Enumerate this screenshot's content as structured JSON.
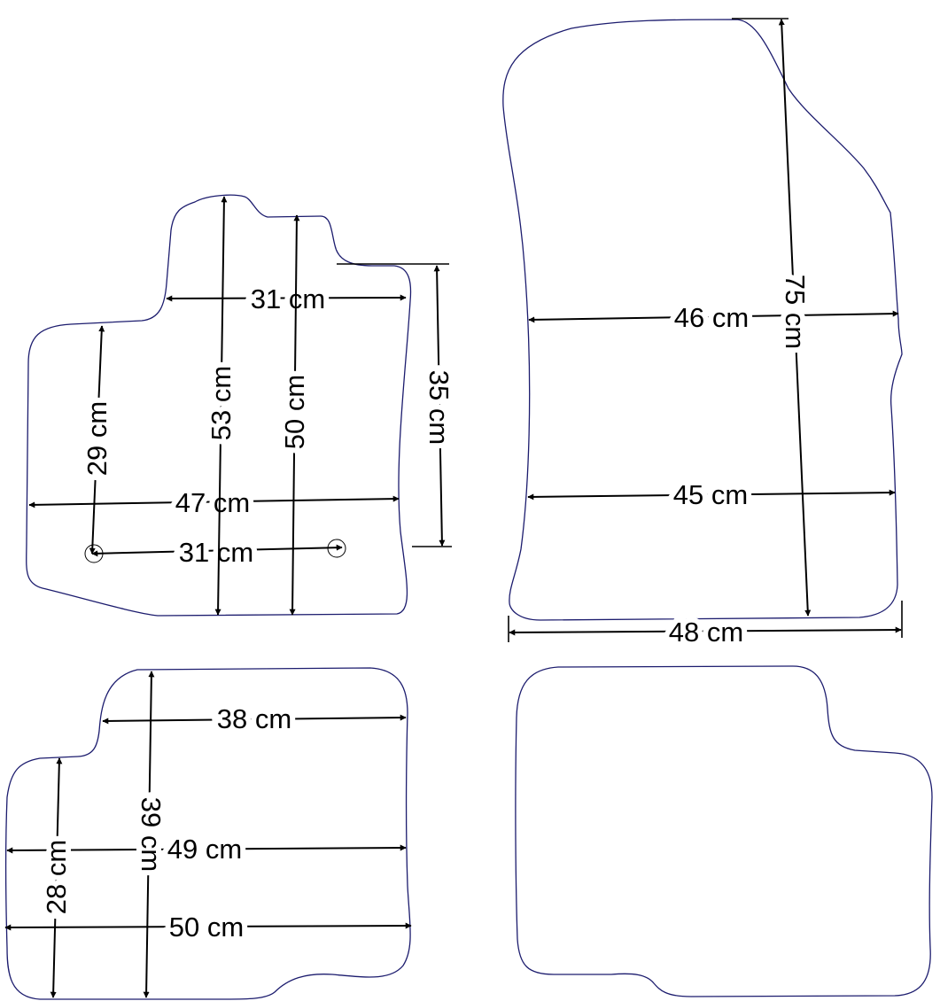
{
  "colors": {
    "outline": "#1c1c6e",
    "dimension_line": "#000000",
    "background": "#ffffff"
  },
  "front_left_mat": {
    "top_width": "31 cm",
    "overall_width": "47 cm",
    "clip_spacing": "31 cm",
    "left_height": "29 cm",
    "height_a": "53 cm",
    "height_b": "50 cm",
    "right_height": "35 cm"
  },
  "front_right_mat": {
    "upper_width": "46 cm",
    "lower_width": "45 cm",
    "length": "75 cm",
    "bottom_width": "48 cm"
  },
  "rear_left_mat": {
    "top_width": "38 cm",
    "height": "39 cm",
    "mid_width": "49 cm",
    "left_height": "28 cm",
    "bottom_width": "50 cm"
  }
}
